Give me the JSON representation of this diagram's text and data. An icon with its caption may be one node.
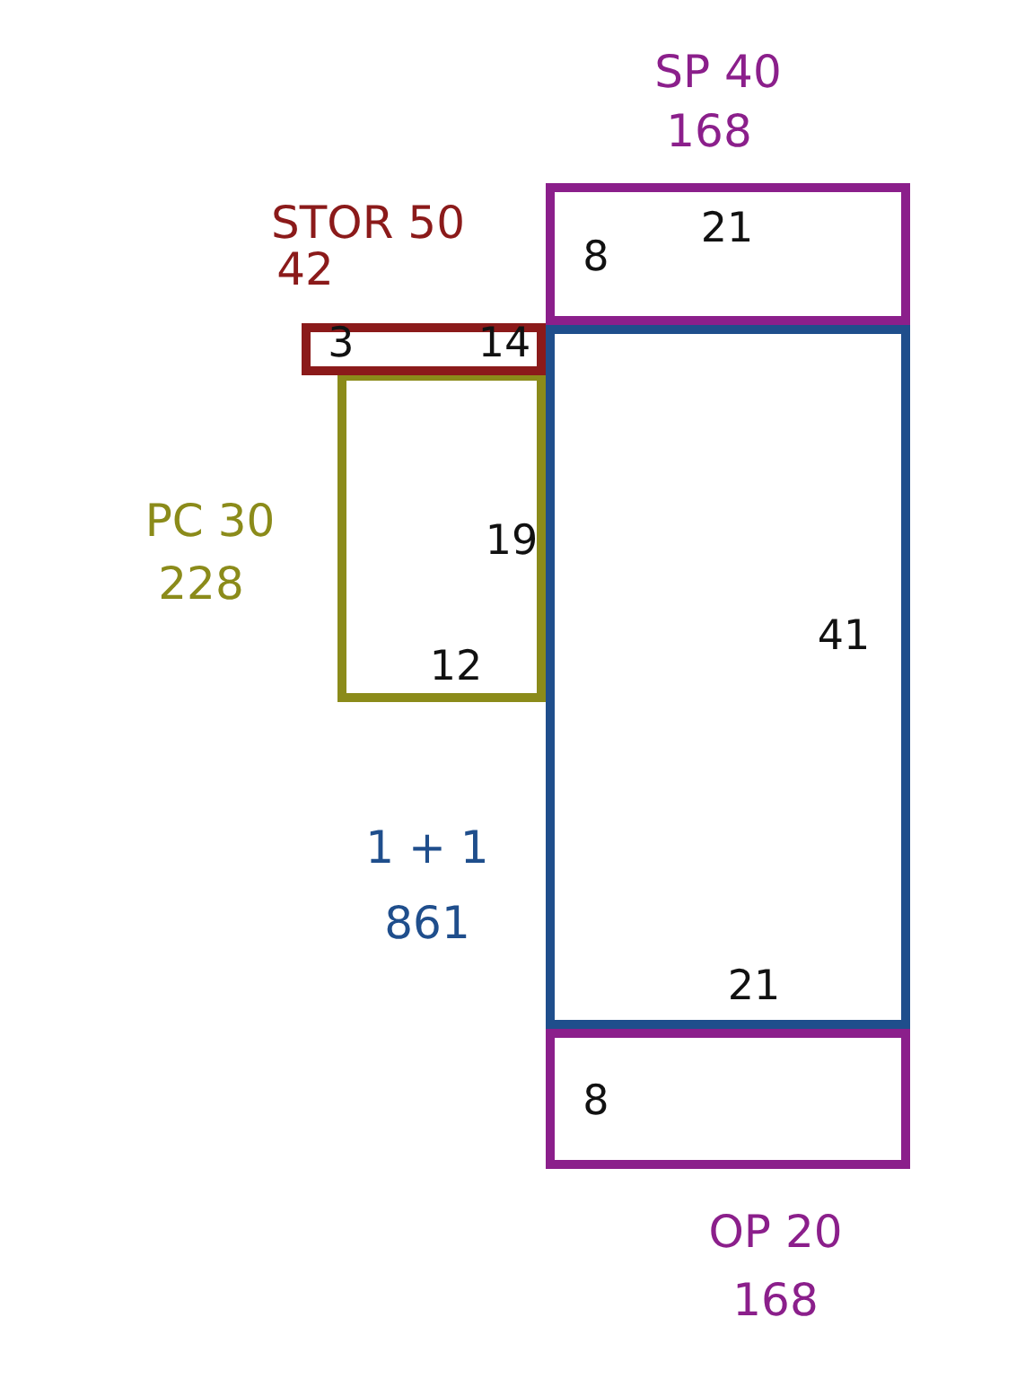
{
  "diagram": {
    "nodes": [
      {
        "text": [
          "SP 40",
          "168"
        ]
      },
      {
        "text": [
          "STOR 50",
          "42"
        ]
      },
      {
        "text": [
          "PC 30",
          "228"
        ]
      },
      {
        "text": [
          "1 + 1",
          "861"
        ]
      },
      {
        "text": [
          "OP 20",
          "168"
        ]
      }
    ],
    "labels": [
      "21",
      "8",
      "3",
      "14",
      "19",
      "41",
      "12",
      "21",
      "8"
    ]
  }
}
